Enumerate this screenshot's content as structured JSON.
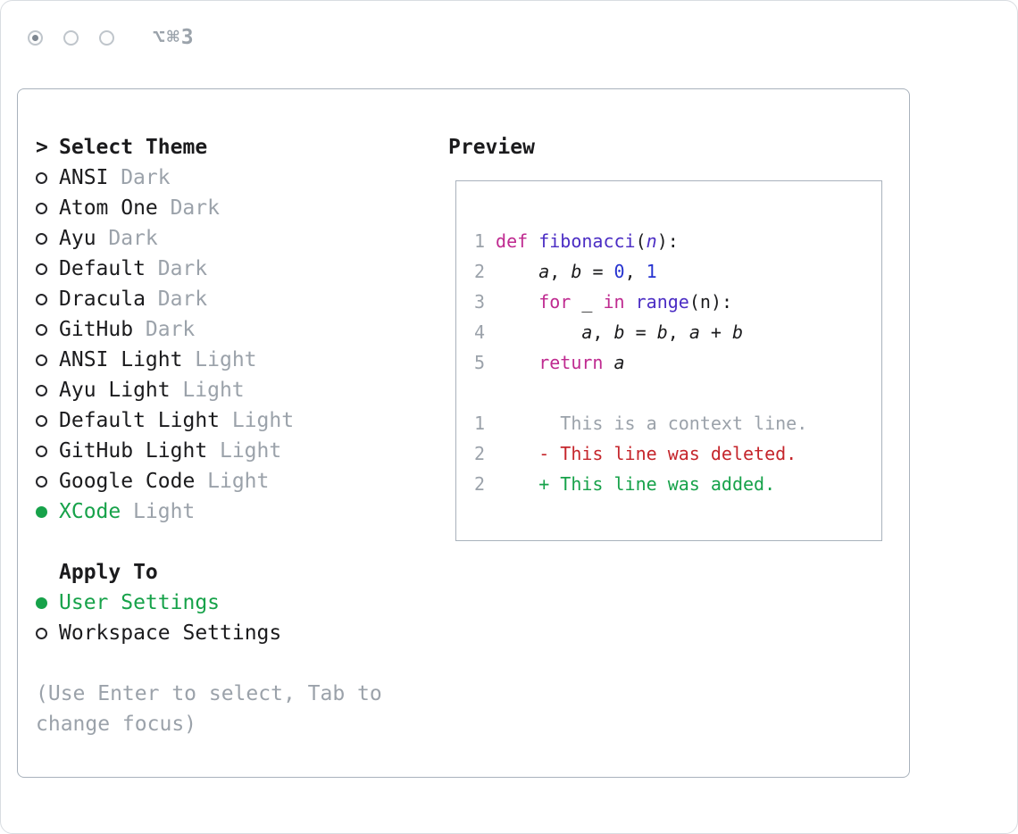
{
  "titlebar": {
    "shortcut": "⌥⌘3"
  },
  "icons": {
    "radio_unselected": "○",
    "radio_selected": "●",
    "cursor": ">"
  },
  "theme_list": {
    "title": "Select Theme",
    "prefix": ">",
    "items": [
      {
        "name": "ANSI",
        "variant": "Dark",
        "selected": false
      },
      {
        "name": "Atom One",
        "variant": "Dark",
        "selected": false
      },
      {
        "name": "Ayu",
        "variant": "Dark",
        "selected": false
      },
      {
        "name": "Default",
        "variant": "Dark",
        "selected": false
      },
      {
        "name": "Dracula",
        "variant": "Dark",
        "selected": false
      },
      {
        "name": "GitHub",
        "variant": "Dark",
        "selected": false
      },
      {
        "name": "ANSI Light",
        "variant": "Light",
        "selected": false
      },
      {
        "name": "Ayu Light",
        "variant": "Light",
        "selected": false
      },
      {
        "name": "Default Light",
        "variant": "Light",
        "selected": false
      },
      {
        "name": "GitHub Light",
        "variant": "Light",
        "selected": false
      },
      {
        "name": "Google Code",
        "variant": "Light",
        "selected": false
      },
      {
        "name": "XCode",
        "variant": "Light",
        "selected": true
      }
    ]
  },
  "apply_to": {
    "title": "Apply To",
    "options": [
      {
        "label": "User Settings",
        "selected": true
      },
      {
        "label": "Workspace Settings",
        "selected": false
      }
    ]
  },
  "hint": {
    "line1": "(Use Enter to select, Tab to",
    "line2": "change focus)"
  },
  "preview": {
    "title": "Preview",
    "code_lines": [
      {
        "num": "1",
        "tokens": [
          {
            "t": "def",
            "c": "kw"
          },
          {
            "t": " ",
            "c": "pl"
          },
          {
            "t": "fibonacci",
            "c": "fn"
          },
          {
            "t": "(",
            "c": "pl"
          },
          {
            "t": "n",
            "c": "arg"
          },
          {
            "t": "):",
            "c": "pl"
          }
        ]
      },
      {
        "num": "2",
        "tokens": [
          {
            "t": "    ",
            "c": "pl"
          },
          {
            "t": "a",
            "c": "var"
          },
          {
            "t": ", ",
            "c": "pl"
          },
          {
            "t": "b",
            "c": "var"
          },
          {
            "t": " = ",
            "c": "pl"
          },
          {
            "t": "0",
            "c": "num"
          },
          {
            "t": ", ",
            "c": "pl"
          },
          {
            "t": "1",
            "c": "num"
          }
        ]
      },
      {
        "num": "3",
        "tokens": [
          {
            "t": "    ",
            "c": "pl"
          },
          {
            "t": "for",
            "c": "kw"
          },
          {
            "t": " ",
            "c": "pl"
          },
          {
            "t": "_",
            "c": "pl"
          },
          {
            "t": " ",
            "c": "pl"
          },
          {
            "t": "in",
            "c": "kw"
          },
          {
            "t": " ",
            "c": "pl"
          },
          {
            "t": "range",
            "c": "fn"
          },
          {
            "t": "(",
            "c": "pl"
          },
          {
            "t": "n",
            "c": "pl"
          },
          {
            "t": "):",
            "c": "pl"
          }
        ]
      },
      {
        "num": "4",
        "tokens": [
          {
            "t": "        ",
            "c": "pl"
          },
          {
            "t": "a",
            "c": "var"
          },
          {
            "t": ", ",
            "c": "pl"
          },
          {
            "t": "b",
            "c": "var"
          },
          {
            "t": " = ",
            "c": "pl"
          },
          {
            "t": "b",
            "c": "var"
          },
          {
            "t": ", ",
            "c": "pl"
          },
          {
            "t": "a",
            "c": "var"
          },
          {
            "t": " + ",
            "c": "pl"
          },
          {
            "t": "b",
            "c": "var"
          }
        ]
      },
      {
        "num": "5",
        "tokens": [
          {
            "t": "    ",
            "c": "pl"
          },
          {
            "t": "return",
            "c": "kw"
          },
          {
            "t": " ",
            "c": "pl"
          },
          {
            "t": "a",
            "c": "var"
          }
        ]
      }
    ],
    "blank_lines_after_code": 1,
    "diff_lines": [
      {
        "num": "1",
        "prefix": "      ",
        "text": "This is a context line.",
        "type": "context"
      },
      {
        "num": "2",
        "prefix": "    - ",
        "text": "This line was deleted.",
        "type": "deleted"
      },
      {
        "num": "2",
        "prefix": "    + ",
        "text": "This line was added.",
        "type": "added"
      }
    ]
  },
  "colors": {
    "accent_green": "#17a24a",
    "deleted_red": "#c5262c",
    "keyword_magenta": "#bf2a90",
    "function_purple": "#4b2dc4",
    "number_blue": "#2633d0",
    "muted_gray": "#9ba2aa",
    "text_black": "#1b1b1d",
    "border_gray": "#a9b2bc"
  }
}
